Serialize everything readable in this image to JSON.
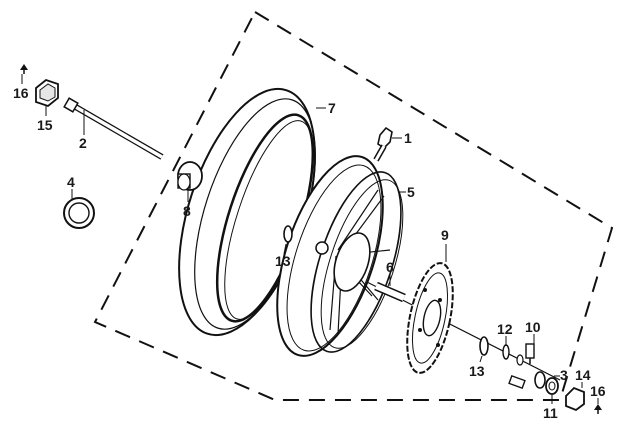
{
  "callouts": {
    "c1": "1",
    "c2": "2",
    "c3": "3",
    "c4": "4",
    "c5": "5",
    "c6": "6",
    "c7": "7",
    "c8": "8",
    "c9": "9",
    "c10": "10",
    "c11": "11",
    "c12": "12",
    "c13a": "13",
    "c13b": "13",
    "c14": "14",
    "c15": "15",
    "c16a": "16",
    "c16b": "16"
  }
}
